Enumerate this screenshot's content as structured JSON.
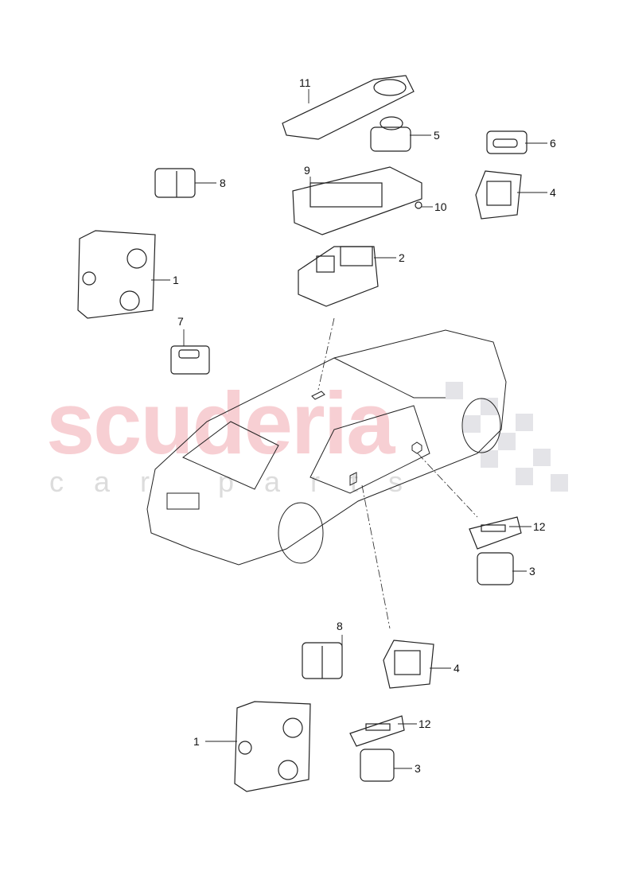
{
  "watermark": {
    "brand": "scuderia",
    "tagline": "car parts",
    "brand_color": "#f7cfd3",
    "tagline_color": "#dcdcdc"
  },
  "callouts": [
    {
      "id": "11"
    },
    {
      "id": "5"
    },
    {
      "id": "6"
    },
    {
      "id": "8"
    },
    {
      "id": "9"
    },
    {
      "id": "10"
    },
    {
      "id": "4"
    },
    {
      "id": "1"
    },
    {
      "id": "2"
    },
    {
      "id": "7"
    },
    {
      "id": "12"
    },
    {
      "id": "3"
    },
    {
      "id": "8"
    },
    {
      "id": "4"
    },
    {
      "id": "12"
    },
    {
      "id": "1"
    },
    {
      "id": "3"
    }
  ]
}
